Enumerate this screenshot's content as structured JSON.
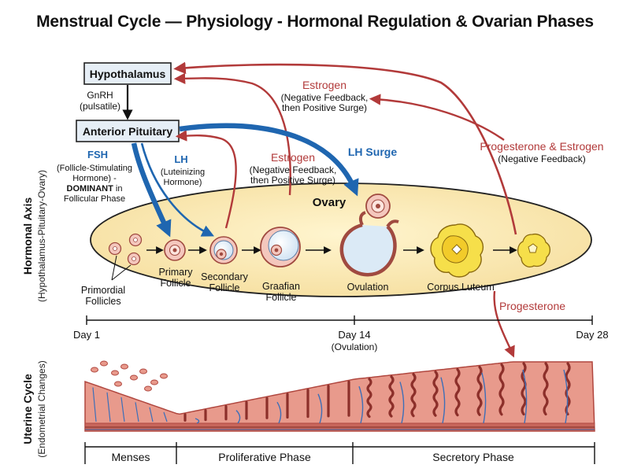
{
  "title": "Menstrual Cycle — Physiology - Hormonal Regulation & Ovarian Phases",
  "side_labels": {
    "hormonal_axis": "Hormonal Axis",
    "hormonal_axis_sub": "(Hypothalamus-Pituitary-Ovary)",
    "uterine_cycle": "Uterine Cycle",
    "uterine_cycle_sub": "(Endometrial Changes)"
  },
  "nodes": {
    "hypothalamus": "Hypothalamus",
    "anterior_pituitary": "Anterior Pituitary",
    "ovary": "Ovary"
  },
  "hormones": {
    "gnrh_line1": "GnRH",
    "gnrh_line2": "(pulsatile)",
    "fsh": "FSH",
    "fsh_desc1": "(Follicle-Stimulating",
    "fsh_desc2": "Hormone) -",
    "fsh_desc3_bold": "DOMINANT",
    "fsh_desc3_rest": " in",
    "fsh_desc4": "Follicular Phase",
    "lh": "LH",
    "lh_desc1": "(Luteinizing",
    "lh_desc2": "Hormone)",
    "lh_surge": "LH Surge",
    "estrogen_top": "Estrogen",
    "estrogen_top_desc1": "(Negative Feedback,",
    "estrogen_top_desc2": "then Positive Surge)",
    "estrogen_mid": "Estrogen",
    "estrogen_mid_desc1": "(Negative Feedback,",
    "estrogen_mid_desc2": "then Positive Surge)",
    "prog_estrogen": "Progesterone & Estrogen",
    "prog_estrogen_desc": "(Negative Feedback)",
    "progesterone": "Progesterone"
  },
  "stages": {
    "primordial_1": "Primordial",
    "primordial_2": "Follicles",
    "primary_1": "Primary",
    "primary_2": "Follicle",
    "secondary_1": "Secondary",
    "secondary_2": "Follicle",
    "graafian_1": "Graafian",
    "graafian_2": "Follicle",
    "ovulation": "Ovulation",
    "corpus_luteum": "Corpus Luteum"
  },
  "timeline": {
    "day1": "Day 1",
    "day14": "Day 14",
    "day14_sub": "(Ovulation)",
    "day28": "Day 28"
  },
  "phases": {
    "menses": "Menses",
    "proliferative": "Proliferative Phase",
    "secretory": "Secretory Phase"
  },
  "colors": {
    "blue": "#1f66b0",
    "red": "#b23a3a",
    "ovary_fill": "#fbedb8",
    "endometrium": "#e89a8c",
    "endometrium_dark": "#b0473f",
    "follicle_blue": "#dbeaf6",
    "corpus_yellow": "#f6df4a"
  }
}
